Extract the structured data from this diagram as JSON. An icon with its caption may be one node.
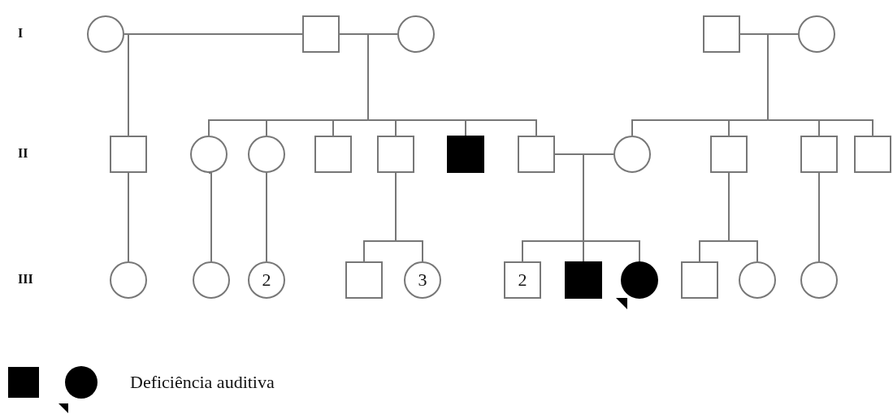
{
  "diagram": {
    "nodes": [
      {
        "text": [],
        "shape": "circle"
      },
      {
        "text": [],
        "shape": "box"
      },
      {
        "text": [],
        "shape": "circle"
      },
      {
        "text": [],
        "shape": "box"
      },
      {
        "text": [],
        "shape": "circle"
      },
      {
        "text": [],
        "shape": "box"
      },
      {
        "text": [],
        "shape": "circle"
      },
      {
        "text": [],
        "shape": "circle"
      },
      {
        "text": [],
        "shape": "box"
      },
      {
        "text": [],
        "shape": "box"
      },
      {
        "text": [],
        "shape": "box"
      },
      {
        "text": [],
        "shape": "box"
      },
      {
        "text": [],
        "shape": "circle"
      },
      {
        "text": [],
        "shape": "box"
      },
      {
        "text": [],
        "shape": "box"
      },
      {
        "text": [],
        "shape": "box"
      },
      {
        "text": [],
        "shape": "circle"
      },
      {
        "text": [],
        "shape": "circle"
      },
      {
        "text": [
          "2"
        ]
      },
      {
        "text": [],
        "shape": "box"
      },
      {
        "text": [
          "3"
        ]
      },
      {
        "text": [
          "2"
        ]
      },
      {
        "text": [],
        "shape": "box"
      },
      {
        "text": [],
        "shape": "circle"
      },
      {
        "text": [],
        "shape": "box"
      },
      {
        "text": [],
        "shape": "circle"
      },
      {
        "text": [],
        "shape": "circle"
      }
    ],
    "edges": [
      {
        "from": 0,
        "to": 1,
        "arrow": "none"
      },
      {
        "from": 1,
        "to": 2,
        "arrow": "none"
      },
      {
        "from": 3,
        "to": 4,
        "arrow": "none"
      },
      {
        "from": 11,
        "to": 12,
        "arrow": "none"
      },
      {
        "from": 0,
        "to": 5,
        "arrow": "none"
      },
      {
        "from": 1,
        "to": 5,
        "arrow": "none"
      },
      {
        "from": 1,
        "to": 6,
        "arrow": "none"
      },
      {
        "from": 2,
        "to": 6,
        "arrow": "none"
      },
      {
        "from": 1,
        "to": 7,
        "arrow": "none"
      },
      {
        "from": 2,
        "to": 7,
        "arrow": "none"
      },
      {
        "from": 1,
        "to": 8,
        "arrow": "none"
      },
      {
        "from": 2,
        "to": 8,
        "arrow": "none"
      },
      {
        "from": 1,
        "to": 9,
        "arrow": "none"
      },
      {
        "from": 2,
        "to": 9,
        "arrow": "none"
      },
      {
        "from": 1,
        "to": 10,
        "arrow": "none"
      },
      {
        "from": 2,
        "to": 10,
        "arrow": "none"
      },
      {
        "from": 1,
        "to": 11,
        "arrow": "none"
      },
      {
        "from": 2,
        "to": 11,
        "arrow": "none"
      },
      {
        "from": 3,
        "to": 12,
        "arrow": "none"
      },
      {
        "from": 4,
        "to": 12,
        "arrow": "none"
      },
      {
        "from": 3,
        "to": 13,
        "arrow": "none"
      },
      {
        "from": 4,
        "to": 13,
        "arrow": "none"
      },
      {
        "from": 3,
        "to": 14,
        "arrow": "none"
      },
      {
        "from": 4,
        "to": 14,
        "arrow": "none"
      },
      {
        "from": 3,
        "to": 15,
        "arrow": "none"
      },
      {
        "from": 4,
        "to": 15,
        "arrow": "none"
      },
      {
        "from": 5,
        "to": 16,
        "arrow": "none"
      },
      {
        "from": 6,
        "to": 17,
        "arrow": "none"
      },
      {
        "from": 9,
        "to": 19,
        "arrow": "none"
      },
      {
        "from": 9,
        "to": 20,
        "arrow": "none"
      },
      {
        "from": 11,
        "to": 21,
        "arrow": "none"
      },
      {
        "from": 12,
        "to": 21,
        "arrow": "none"
      },
      {
        "from": 11,
        "to": 22,
        "arrow": "none"
      },
      {
        "from": 12,
        "to": 22,
        "arrow": "none"
      },
      {
        "from": 11,
        "to": 23,
        "arrow": "none"
      },
      {
        "from": 12,
        "to": 23,
        "arrow": "none"
      },
      {
        "from": 13,
        "to": 24,
        "arrow": "none"
      },
      {
        "from": 13,
        "to": 25,
        "arrow": "none"
      },
      {
        "from": 14,
        "to": 26,
        "arrow": "none"
      },
      {
        "from": 7,
        "to": 18,
        "arrow": "none"
      }
    ],
    "labels": [
      "I",
      "II",
      "III"
    ],
    "legend": [
      {
        "text": "Deficiência auditiva",
        "color": "#000000"
      }
    ]
  }
}
